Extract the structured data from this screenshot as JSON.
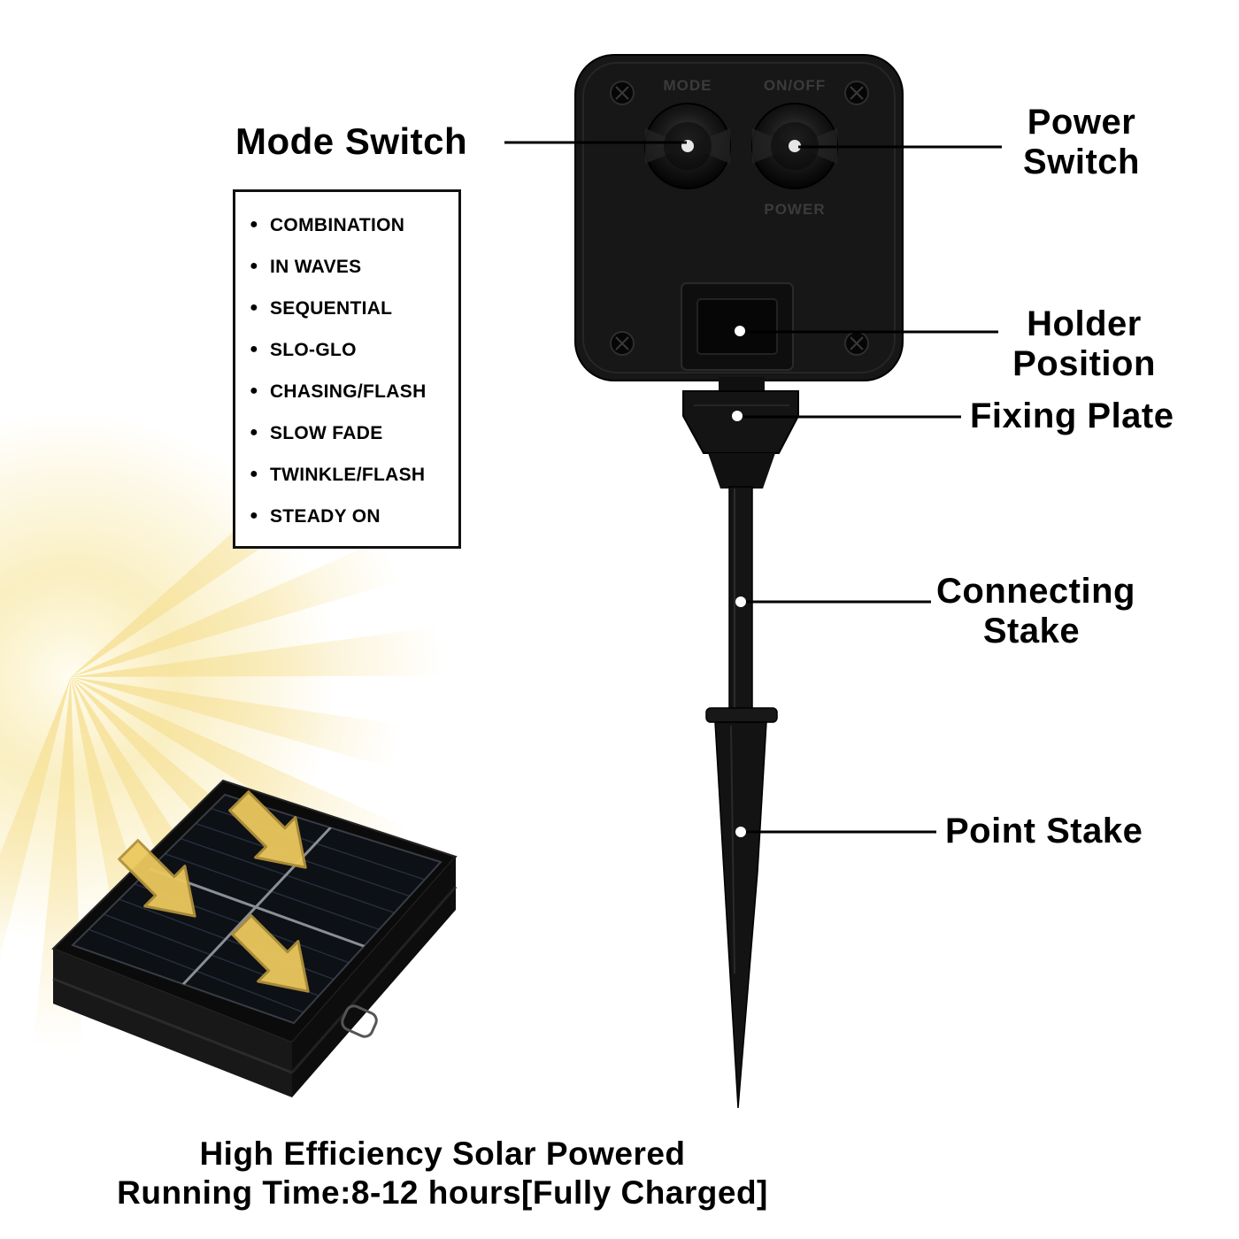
{
  "colors": {
    "device_black": "#171717",
    "sun_yellow": "#f6e094",
    "arrow_gold": "#ecc95f",
    "text": "#000000"
  },
  "callouts": {
    "mode_switch": "Mode Switch",
    "power_switch_line1": "Power",
    "power_switch_line2": "Switch",
    "holder_position_line1": "Holder",
    "holder_position_line2": "Position",
    "fixing_plate": "Fixing Plate",
    "connecting_stake_line1": "Connecting",
    "connecting_stake_line2": "Stake",
    "point_stake": "Point Stake"
  },
  "modes": [
    "COMBINATION",
    "IN WAVES",
    "SEQUENTIAL",
    "SLO-GLO",
    "CHASING/FLASH",
    "SLOW FADE",
    "TWINKLE/FLASH",
    "STEADY ON"
  ],
  "device_markings": {
    "mode": "MODE",
    "onoff": "ON/OFF",
    "power": "POWER"
  },
  "footer": {
    "line1": "High Efficiency Solar Powered",
    "line2": "Running Time:8-12 hours[Fully Charged]"
  }
}
